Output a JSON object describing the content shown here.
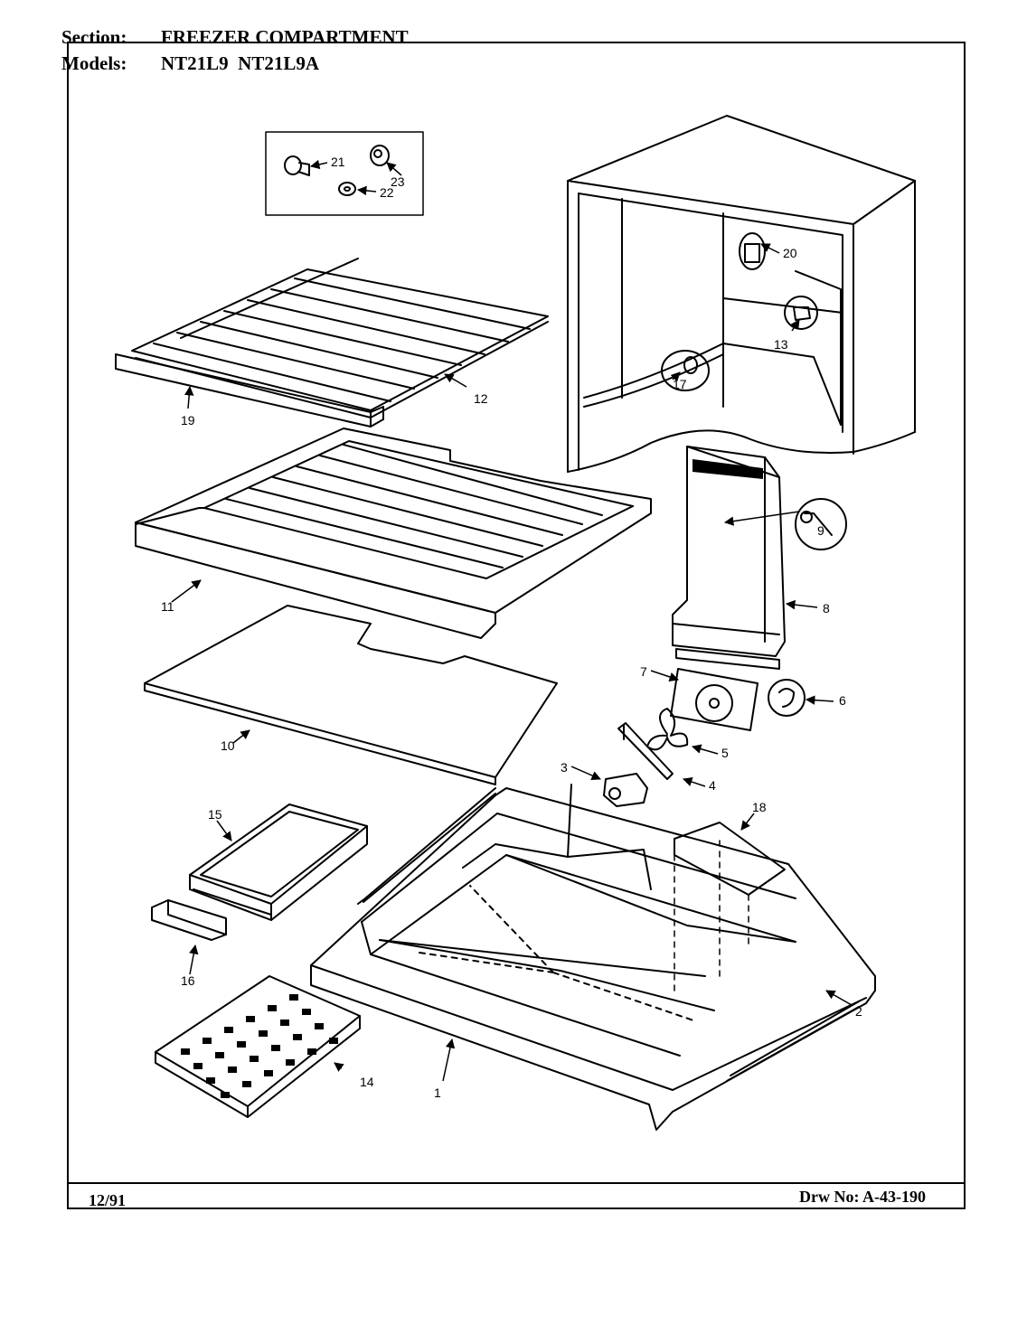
{
  "header": {
    "section_label": "Section:",
    "section_value": "FREEZER COMPARTMENT",
    "models_label": "Models:",
    "models_value": "NT21L9  NT21L9A"
  },
  "footer": {
    "date": "12/91",
    "drawing_number": "Drw No: A-43-190"
  },
  "callouts": [
    "21",
    "22",
    "23",
    "20",
    "13",
    "17",
    "12",
    "19",
    "11",
    "9",
    "8",
    "10",
    "7",
    "6",
    "5",
    "3",
    "4",
    "15",
    "18",
    "16",
    "2",
    "14",
    "1"
  ]
}
